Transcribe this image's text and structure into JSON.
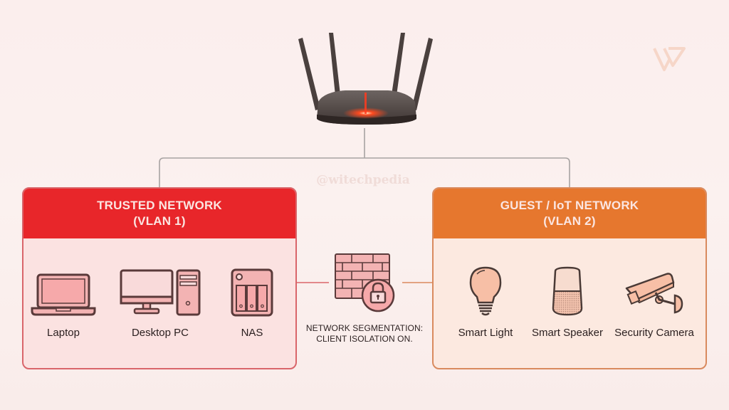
{
  "watermark": "@witechpedia",
  "router": {
    "icon": "wifi-router-icon",
    "status_led_color": "#ff3b1f"
  },
  "colors": {
    "trusted_accent": "#e8262a",
    "guest_accent": "#e6772e",
    "connector_gray": "#a8a3a2",
    "segmentation_line": "#d9656a"
  },
  "trusted_network": {
    "title": "TRUSTED NETWORK",
    "vlan": "(VLAN 1)",
    "devices": [
      {
        "label": "Laptop",
        "icon": "laptop-icon"
      },
      {
        "label": "Desktop PC",
        "icon": "desktop-pc-icon"
      },
      {
        "label": "NAS",
        "icon": "nas-icon"
      }
    ]
  },
  "guest_network": {
    "title": "GUEST / IoT NETWORK",
    "vlan": "(VLAN 2)",
    "devices": [
      {
        "label": "Smart Light",
        "icon": "smart-light-icon"
      },
      {
        "label": "Smart Speaker",
        "icon": "smart-speaker-icon"
      },
      {
        "label": "Security Camera",
        "icon": "security-camera-icon"
      }
    ]
  },
  "segmentation": {
    "icon": "firewall-lock-icon",
    "caption_line1": "NETWORK SEGMENTATION:",
    "caption_line2": "CLIENT ISOLATION ON."
  }
}
